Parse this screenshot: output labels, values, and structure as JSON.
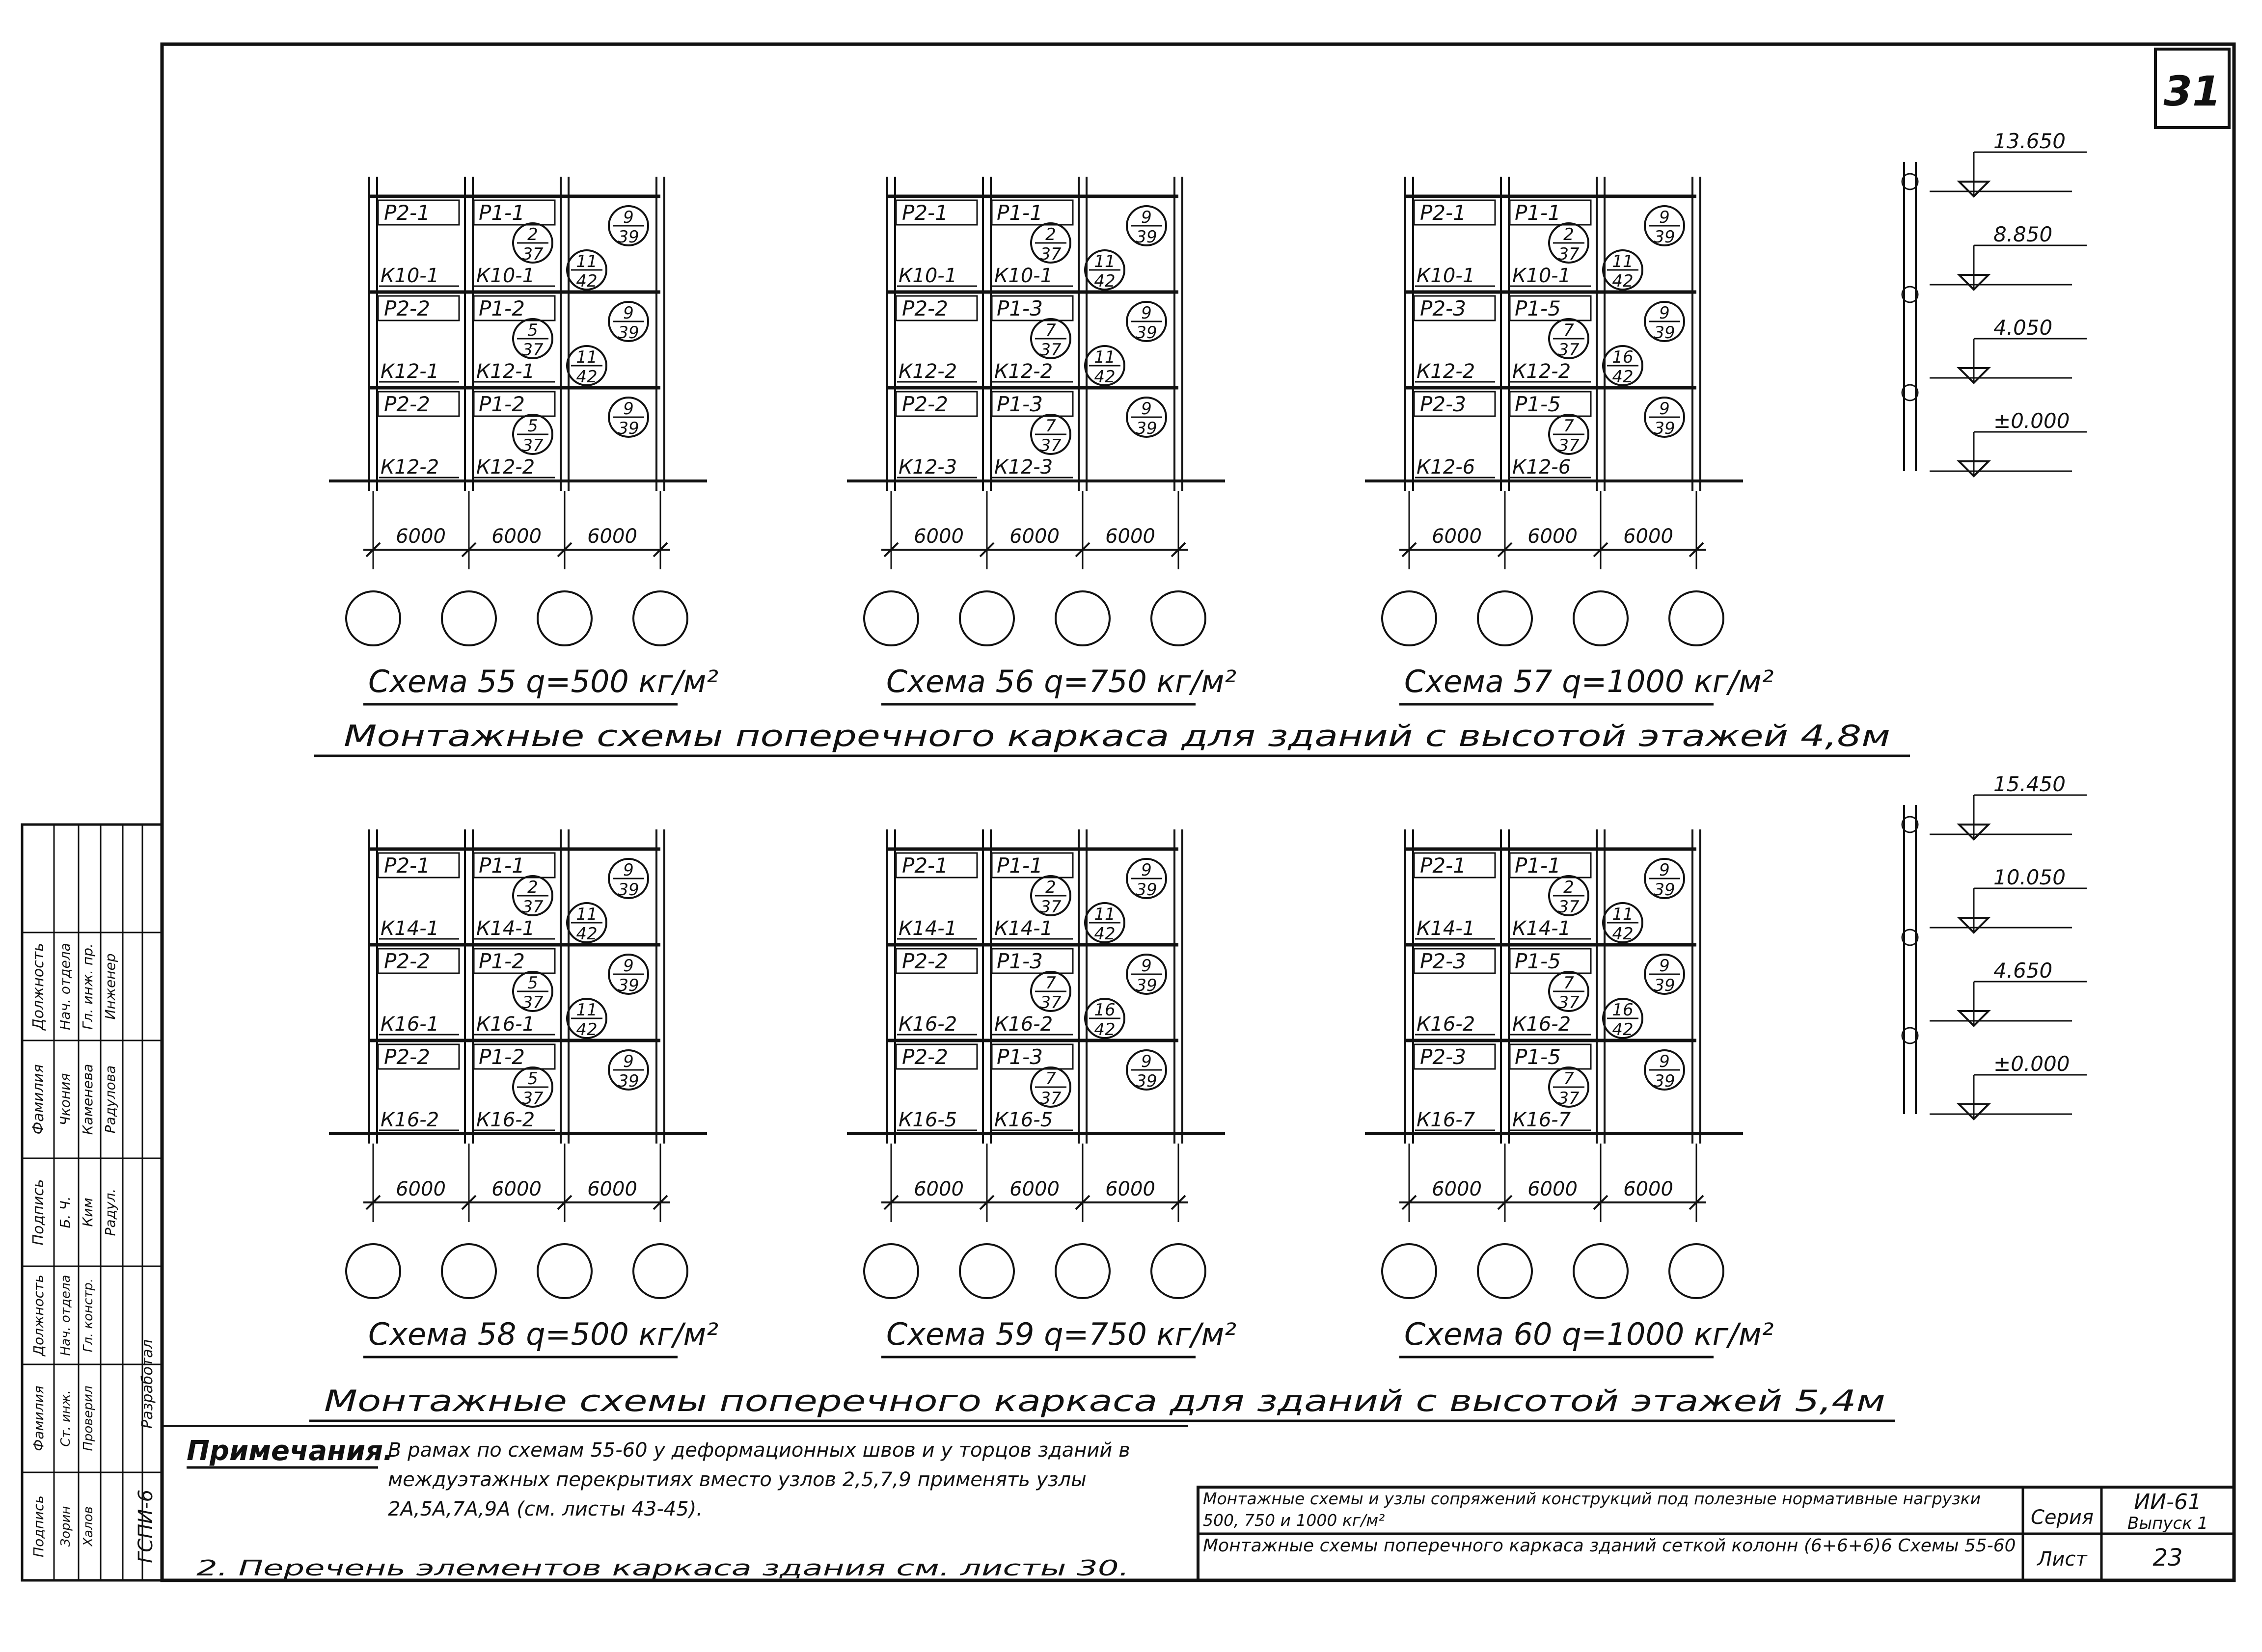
{
  "sheet_number": "31",
  "schemes": [
    {
      "caption": "Схема 55 q=500 кг/м²",
      "dims": [
        "6000",
        "6000",
        "6000"
      ],
      "floors": [
        {
          "rigel_l": "Р2-1",
          "rigel_r": "Р1-1",
          "col_l": "К10-1",
          "col_r": "К10-1",
          "n1": "2",
          "d1": "37",
          "n2": "11",
          "d2": "42",
          "n3": "9",
          "d3": "39"
        },
        {
          "rigel_l": "Р2-2",
          "rigel_r": "Р1-2",
          "col_l": "К12-1",
          "col_r": "К12-1",
          "n1": "5",
          "d1": "37",
          "n2": "11",
          "d2": "42",
          "n3": "9",
          "d3": "39"
        },
        {
          "rigel_l": "Р2-2",
          "rigel_r": "Р1-2",
          "col_l": "К12-2",
          "col_r": "К12-2",
          "n1": "5",
          "d1": "37",
          "n2": "",
          "d2": "",
          "n3": "9",
          "d3": "39"
        }
      ]
    },
    {
      "caption": "Схема 56 q=750 кг/м²",
      "dims": [
        "6000",
        "6000",
        "6000"
      ],
      "floors": [
        {
          "rigel_l": "Р2-1",
          "rigel_r": "Р1-1",
          "col_l": "К10-1",
          "col_r": "К10-1",
          "n1": "2",
          "d1": "37",
          "n2": "11",
          "d2": "42",
          "n3": "9",
          "d3": "39"
        },
        {
          "rigel_l": "Р2-2",
          "rigel_r": "Р1-3",
          "col_l": "К12-2",
          "col_r": "К12-2",
          "n1": "7",
          "d1": "37",
          "n2": "11",
          "d2": "42",
          "n3": "9",
          "d3": "39"
        },
        {
          "rigel_l": "Р2-2",
          "rigel_r": "Р1-3",
          "col_l": "К12-3",
          "col_r": "К12-3",
          "n1": "7",
          "d1": "37",
          "n2": "",
          "d2": "",
          "n3": "9",
          "d3": "39"
        }
      ]
    },
    {
      "caption": "Схема 57 q=1000 кг/м²",
      "dims": [
        "6000",
        "6000",
        "6000"
      ],
      "floors": [
        {
          "rigel_l": "Р2-1",
          "rigel_r": "Р1-1",
          "col_l": "К10-1",
          "col_r": "К10-1",
          "n1": "2",
          "d1": "37",
          "n2": "11",
          "d2": "42",
          "n3": "9",
          "d3": "39"
        },
        {
          "rigel_l": "Р2-3",
          "rigel_r": "Р1-5",
          "col_l": "К12-2",
          "col_r": "К12-2",
          "n1": "7",
          "d1": "37",
          "n2": "16",
          "d2": "42",
          "n3": "9",
          "d3": "39"
        },
        {
          "rigel_l": "Р2-3",
          "rigel_r": "Р1-5",
          "col_l": "К12-6",
          "col_r": "К12-6",
          "n1": "7",
          "d1": "37",
          "n2": "",
          "d2": "",
          "n3": "9",
          "d3": "39"
        }
      ]
    },
    {
      "caption": "Схема 58 q=500 кг/м²",
      "dims": [
        "6000",
        "6000",
        "6000"
      ],
      "floors": [
        {
          "rigel_l": "Р2-1",
          "rigel_r": "Р1-1",
          "col_l": "К14-1",
          "col_r": "К14-1",
          "n1": "2",
          "d1": "37",
          "n2": "11",
          "d2": "42",
          "n3": "9",
          "d3": "39"
        },
        {
          "rigel_l": "Р2-2",
          "rigel_r": "Р1-2",
          "col_l": "К16-1",
          "col_r": "К16-1",
          "n1": "5",
          "d1": "37",
          "n2": "11",
          "d2": "42",
          "n3": "9",
          "d3": "39"
        },
        {
          "rigel_l": "Р2-2",
          "rigel_r": "Р1-2",
          "col_l": "К16-2",
          "col_r": "К16-2",
          "n1": "5",
          "d1": "37",
          "n2": "",
          "d2": "",
          "n3": "9",
          "d3": "39"
        }
      ]
    },
    {
      "caption": "Схема 59 q=750 кг/м²",
      "dims": [
        "6000",
        "6000",
        "6000"
      ],
      "floors": [
        {
          "rigel_l": "Р2-1",
          "rigel_r": "Р1-1",
          "col_l": "К14-1",
          "col_r": "К14-1",
          "n1": "2",
          "d1": "37",
          "n2": "11",
          "d2": "42",
          "n3": "9",
          "d3": "39"
        },
        {
          "rigel_l": "Р2-2",
          "rigel_r": "Р1-3",
          "col_l": "К16-2",
          "col_r": "К16-2",
          "n1": "7",
          "d1": "37",
          "n2": "16",
          "d2": "42",
          "n3": "9",
          "d3": "39"
        },
        {
          "rigel_l": "Р2-2",
          "rigel_r": "Р1-3",
          "col_l": "К16-5",
          "col_r": "К16-5",
          "n1": "7",
          "d1": "37",
          "n2": "",
          "d2": "",
          "n3": "9",
          "d3": "39"
        }
      ]
    },
    {
      "caption": "Схема 60 q=1000 кг/м²",
      "dims": [
        "6000",
        "6000",
        "6000"
      ],
      "floors": [
        {
          "rigel_l": "Р2-1",
          "rigel_r": "Р1-1",
          "col_l": "К14-1",
          "col_r": "К14-1",
          "n1": "2",
          "d1": "37",
          "n2": "11",
          "d2": "42",
          "n3": "9",
          "d3": "39"
        },
        {
          "rigel_l": "Р2-3",
          "rigel_r": "Р1-5",
          "col_l": "К16-2",
          "col_r": "К16-2",
          "n1": "7",
          "d1": "37",
          "n2": "16",
          "d2": "42",
          "n3": "9",
          "d3": "39"
        },
        {
          "rigel_l": "Р2-3",
          "rigel_r": "Р1-5",
          "col_l": "К16-7",
          "col_r": "К16-7",
          "n1": "7",
          "d1": "37",
          "n2": "",
          "d2": "",
          "n3": "9",
          "d3": "39"
        }
      ]
    }
  ],
  "section_titles": [
    "Монтажные схемы поперечного каркаса для зданий с высотой этажей 4,8м",
    "Монтажные схемы поперечного каркаса для зданий с высотой этажей 5,4м"
  ],
  "elevations_top": [
    "13.650",
    "8.850",
    "4.050",
    "±0.000"
  ],
  "elevations_bottom": [
    "15.450",
    "10.050",
    "4.650",
    "±0.000"
  ],
  "notes": {
    "heading": "Примечания.",
    "line1": "В рамах по схемам 55-60 у деформационных швов и у торцов зданий в междуэтажных перекрытиях вместо узлов 2,5,7,9 применять узлы 2А,5А,7А,9А (см. листы 43-45).",
    "line2": "2. Перечень элементов каркаса здания см. листы 30."
  },
  "title_block": {
    "title1": "Монтажные схемы и узлы сопряжений конструкций под полезные нормативные нагрузки 500, 750 и 1000 кг/м²",
    "title2": "Монтажные схемы поперечного каркаса зданий сеткой колонн (6+6+6)6  Схемы 55-60",
    "series_label": "Серия",
    "series_value": "ИИ-61",
    "issue": "Выпуск 1",
    "sheet_label": "Лист",
    "sheet_value": "23"
  },
  "side_stamp": {
    "headers": [
      "Должность",
      "Фамилия",
      "Подпись"
    ],
    "rows": [
      [
        "Нач. отдела",
        "Чкония",
        "Б. Ч."
      ],
      [
        "Гл. инж. пр.",
        "Каменева",
        "Ким"
      ],
      [
        "Инженер",
        "Радулова",
        "Радул."
      ]
    ],
    "headers2": [
      "Должность",
      "Фамилия",
      "Подпись"
    ],
    "rows2": [
      [
        "Нач. отдела",
        "Ст. инж.",
        "Зорин"
      ],
      [
        "Гл. констр.",
        "Проверил",
        "Халов"
      ]
    ],
    "org": "ГСПИ-6",
    "dev": "Разработал"
  }
}
